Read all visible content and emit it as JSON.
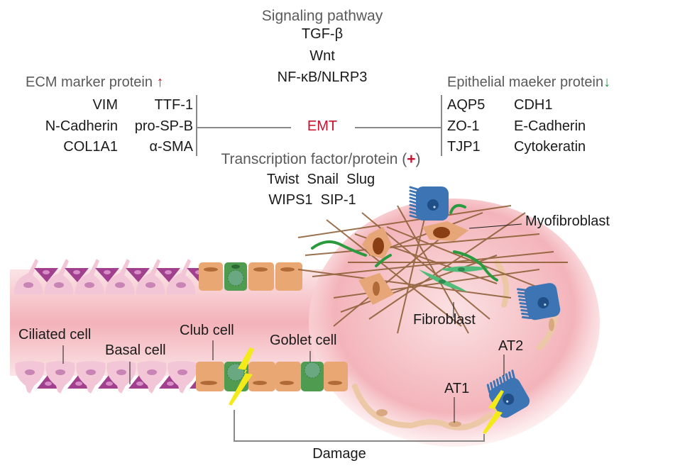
{
  "signaling": {
    "title": "Signaling pathway",
    "items": [
      "TGF-β",
      "Wnt",
      "NF-κB/NLRP3"
    ]
  },
  "ecm": {
    "title": "ECM marker protein",
    "arrow": "↑",
    "col1": [
      "VIM",
      "N-Cadherin",
      "COL1A1"
    ],
    "col2": [
      "TTF-1",
      "pro-SP-B",
      "α-SMA"
    ]
  },
  "epithelial": {
    "title": "Epithelial maeker protein",
    "arrow": "↓",
    "col1": [
      "AQP5",
      "ZO-1",
      "TJP1"
    ],
    "col2": [
      "CDH1",
      "E-Cadherin",
      "Cytokeratin"
    ]
  },
  "emt": {
    "label": "EMT"
  },
  "transcription": {
    "title_prefix": "Transcription factor/protein (",
    "plus": "+",
    "title_suffix": ")",
    "row1": "Twist  Snail  Slug",
    "row2": "WIPS1  SIP-1"
  },
  "cell_labels": {
    "myofibroblast": "Myofibroblast",
    "fibroblast": "Fibroblast",
    "ciliated": "Ciliated cell",
    "basal": "Basal cell",
    "club": "Club cell",
    "goblet": "Goblet cell",
    "at2": "AT2",
    "at1": "AT1",
    "damage": "Damage"
  },
  "colors": {
    "emt_red": "#c8102e",
    "up_arrow": "#c8102e",
    "down_arrow": "#1f9a4a",
    "lumen_pink": "#f4b6bd",
    "ciliated_pink": "#f2c6d6",
    "basal_purple": "#a0408f",
    "club_orange": "#e9a774",
    "goblet_green": "#4a9a4a",
    "at2_blue": "#3c74b4",
    "at1_tan": "#ecc8a6",
    "fiber_brown": "#8a5a30",
    "fibroblast_green": "#52bd7a",
    "damage_yellow": "#f4ea1a"
  }
}
